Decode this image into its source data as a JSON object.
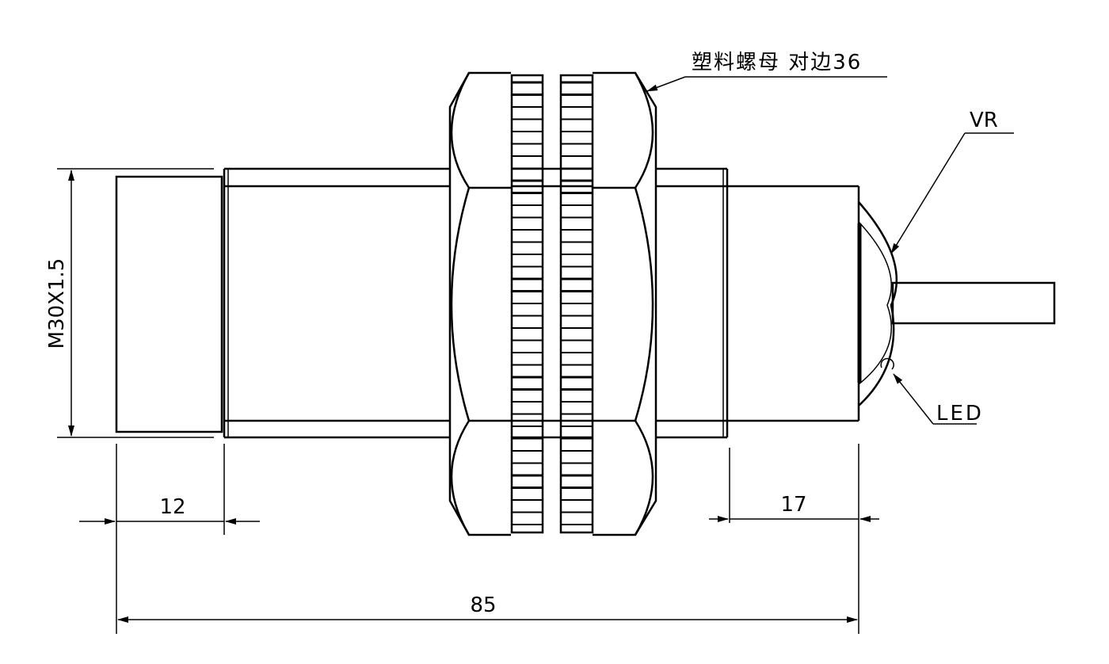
{
  "labels": {
    "nut_note": "塑料螺母 对边36",
    "vr": "VR",
    "led": "LED"
  },
  "dimensions": {
    "thread": "M30X1.5",
    "cap_length": "12",
    "rear_length": "17",
    "total_length": "85"
  },
  "colors": {
    "line": "#000000",
    "background": "#ffffff"
  }
}
